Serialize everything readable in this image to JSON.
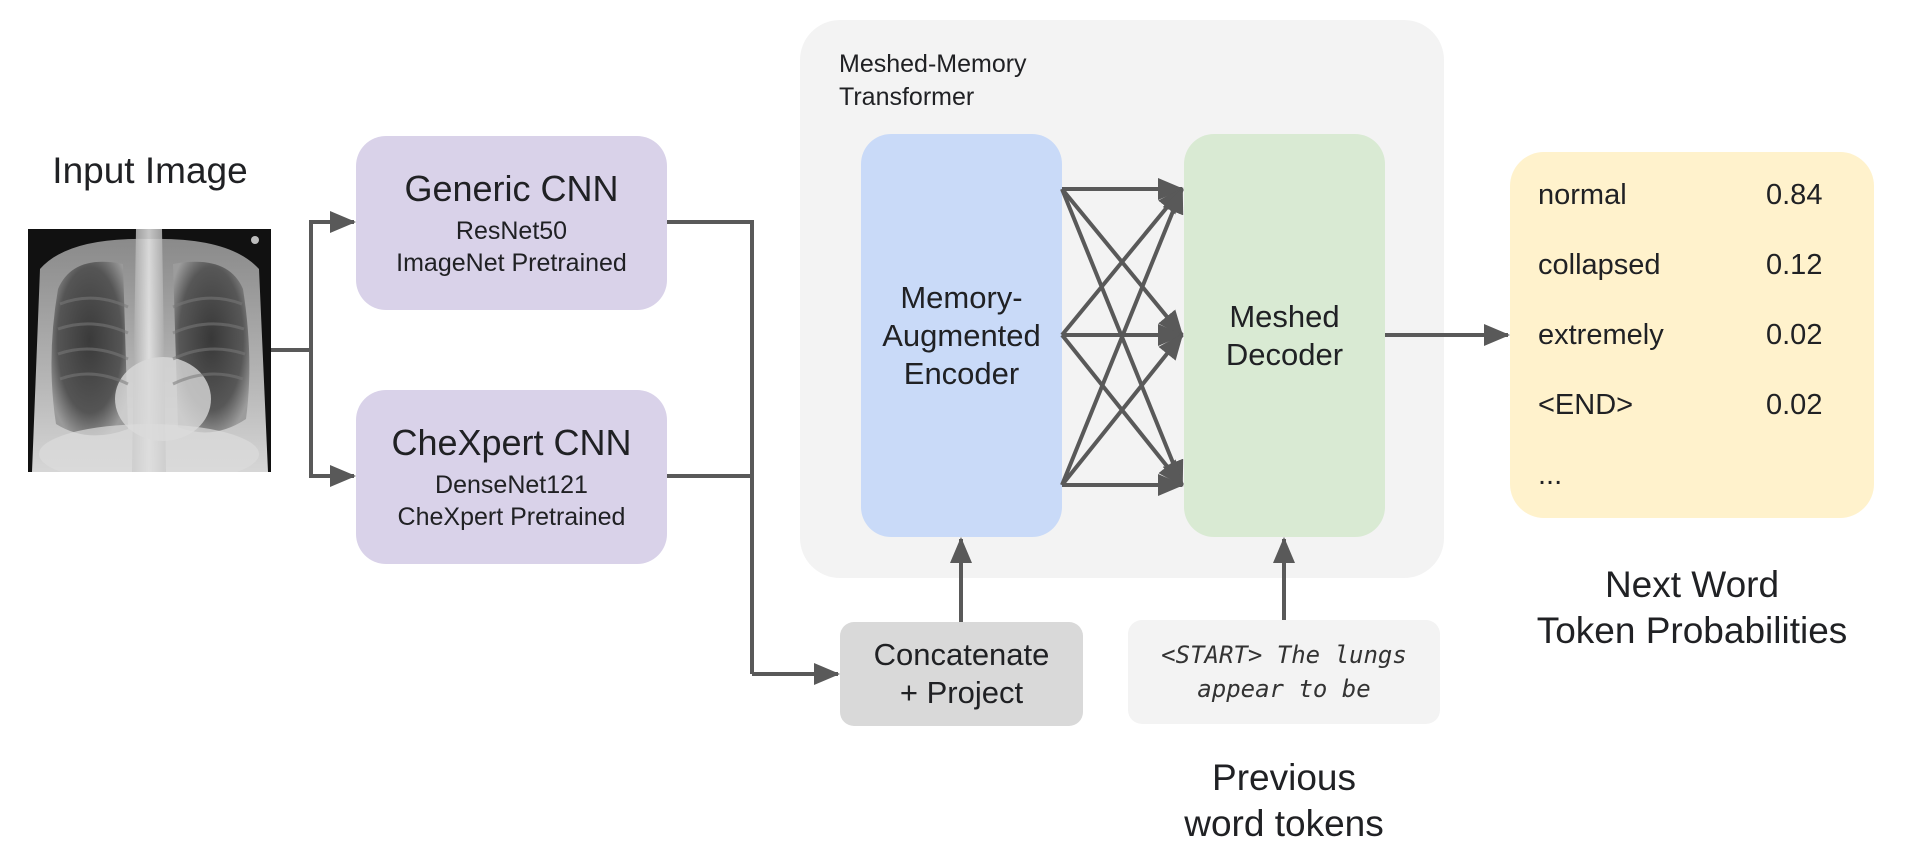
{
  "input": {
    "label": "Input Image",
    "image_icon": "chest-xray-image"
  },
  "generic_cnn": {
    "title": "Generic CNN",
    "line1": "ResNet50",
    "line2": "ImageNet Pretrained"
  },
  "chexpert_cnn": {
    "title": "CheXpert CNN",
    "line1": "DenseNet121",
    "line2": "CheXpert Pretrained"
  },
  "transformer": {
    "label_line1": "Meshed-Memory",
    "label_line2": "Transformer"
  },
  "encoder": {
    "line1": "Memory-",
    "line2": "Augmented",
    "line3": "Encoder"
  },
  "decoder": {
    "line1": "Meshed",
    "line2": "Decoder"
  },
  "concat": {
    "line1": "Concatenate",
    "line2": "+ Project"
  },
  "previous_tokens": {
    "line1": "<START> The lungs",
    "line2": "appear to be",
    "label_line1": "Previous",
    "label_line2": "word tokens"
  },
  "probabilities": {
    "rows": [
      {
        "token": "normal",
        "value": "0.84"
      },
      {
        "token": "collapsed",
        "value": "0.12"
      },
      {
        "token": "extremely",
        "value": "0.02"
      },
      {
        "token": "<END>",
        "value": "0.02"
      },
      {
        "token": "...",
        "value": ""
      }
    ],
    "label_line1": "Next Word",
    "label_line2": "Token Probabilities"
  },
  "colors": {
    "cnn": "#d9d2e9",
    "transformer_bg": "#f3f3f3",
    "encoder": "#c9daf8",
    "decoder": "#d9ead3",
    "concat": "#d9d9d9",
    "probabilities": "#fff2cc",
    "arrows": "#595959"
  }
}
